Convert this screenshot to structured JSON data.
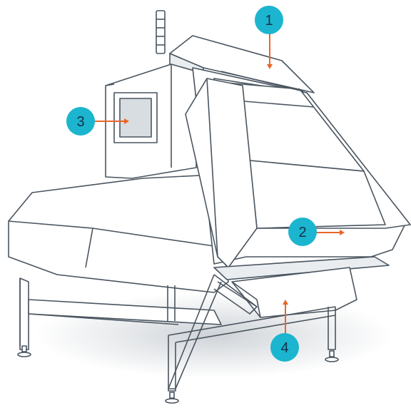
{
  "colors": {
    "callout_fill": "#1bb5cf",
    "callout_text": "#12304a",
    "arrow": "#e8662a",
    "outline": "#4a5560",
    "body_fill": "#ffffff",
    "shade_fill": "#e9edf0",
    "screen_fill": "#d8dde2",
    "shadow": "#c9ced3"
  },
  "callouts": [
    {
      "number": "1"
    },
    {
      "number": "2"
    },
    {
      "number": "3"
    },
    {
      "number": "4"
    }
  ]
}
